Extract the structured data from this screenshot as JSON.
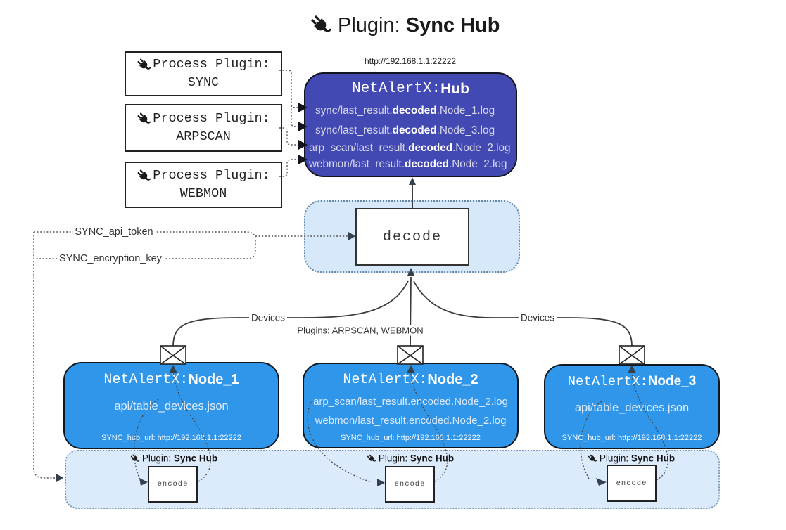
{
  "title": {
    "pre": "Plugin: ",
    "bold": "Sync Hub"
  },
  "plugin_boxes": [
    {
      "line1": "Process Plugin:",
      "line2": "SYNC"
    },
    {
      "line1": "Process Plugin:",
      "line2": "ARPSCAN"
    },
    {
      "line1": "Process Plugin:",
      "line2": "WEBMON"
    }
  ],
  "hub": {
    "url": "http://192.168.1.1:22222",
    "title_mono": "NetAlertX: ",
    "title_bold": "Hub",
    "lines": [
      {
        "pre": "sync/last_result.",
        "bold": "decoded",
        "post": ".Node_1.log"
      },
      {
        "pre": "sync/last_result.",
        "bold": "decoded",
        "post": ".Node_3.log"
      },
      {
        "pre": "arp_scan/last_result.",
        "bold": "decoded",
        "post": ".Node_2.log"
      },
      {
        "pre": "webmon/last_result.",
        "bold": "decoded",
        "post": ".Node_2.log"
      }
    ]
  },
  "decode": {
    "label": "decode"
  },
  "labels": {
    "api_token": "SYNC_api_token",
    "encryption_key": "SYNC_encryption_key",
    "devices_left": "Devices",
    "devices_right": "Devices",
    "plugins": "Plugins: ARPSCAN, WEBMON"
  },
  "nodes": [
    {
      "title_mono": "NetAlertX: ",
      "title_bold": "Node_1",
      "line1": "api/table_devices.json",
      "hub_url": "SYNC_hub_url: http://192.168.1.1:22222"
    },
    {
      "title_mono": "NetAlertX: ",
      "title_bold": "Node_2",
      "line1": "arp_scan/last_result.encoded.Node_2.log",
      "line2": "webmon/last_result.encoded.Node_2.log",
      "hub_url": "SYNC_hub_url: http://192.168.1.1:22222"
    },
    {
      "title_mono": "NetAlertX: ",
      "title_bold": "Node_3",
      "line1": "api/table_devices.json",
      "hub_url": "SYNC_hub_url: http://192.168.1.1:22222"
    }
  ],
  "band": {
    "labels": [
      {
        "pre": "Plugin: ",
        "bold": "Sync Hub"
      },
      {
        "pre": "Plugin: ",
        "bold": "Sync Hub"
      },
      {
        "pre": "Plugin: ",
        "bold": "Sync Hub"
      }
    ],
    "encode_label": "encode"
  },
  "colors": {
    "hub_fill": "#4349b2",
    "node_fill": "#2f96ea",
    "decode_area_fill": "#d6e8fa",
    "band_fill": "#dcebfc",
    "line_dark": "#3c3c3c"
  }
}
